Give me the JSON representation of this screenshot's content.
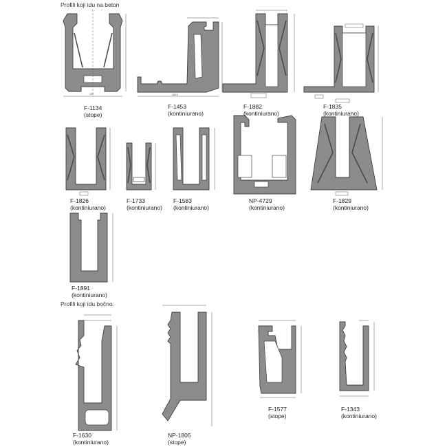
{
  "sections": {
    "concrete_title": "Profili koji idu na beton",
    "side_title": "Profili koji idu bočno:"
  },
  "profiles": [
    {
      "code": "F-1134",
      "mount": "(stope)"
    },
    {
      "code": "F-1453",
      "mount": "(kontiniurano)"
    },
    {
      "code": "F-1882",
      "mount": "(kontiniurano)"
    },
    {
      "code": "F-1835",
      "mount": "(kontiniurano)"
    },
    {
      "code": "F-1826",
      "mount": "(kontiniurano)"
    },
    {
      "code": "F-1733",
      "mount": "(kontiniurano)"
    },
    {
      "code": "F-1583",
      "mount": "(kontiniurano)"
    },
    {
      "code": "NP-4729",
      "mount": "(kontiniurano)"
    },
    {
      "code": "F-1829",
      "mount": "(kontiniurano)"
    },
    {
      "code": "F-1891",
      "mount": "(kontiniurano)"
    },
    {
      "code": "F-1630",
      "mount": "(kontiniurano)"
    },
    {
      "code": "NP-1805",
      "mount": "(stope)"
    },
    {
      "code": "F-1577",
      "mount": "(stope)"
    },
    {
      "code": "F-1343",
      "mount": "(kontiniurano)"
    }
  ],
  "colors": {
    "profile_fill": "#8c8c8c",
    "outline": "#3f3f3f"
  }
}
